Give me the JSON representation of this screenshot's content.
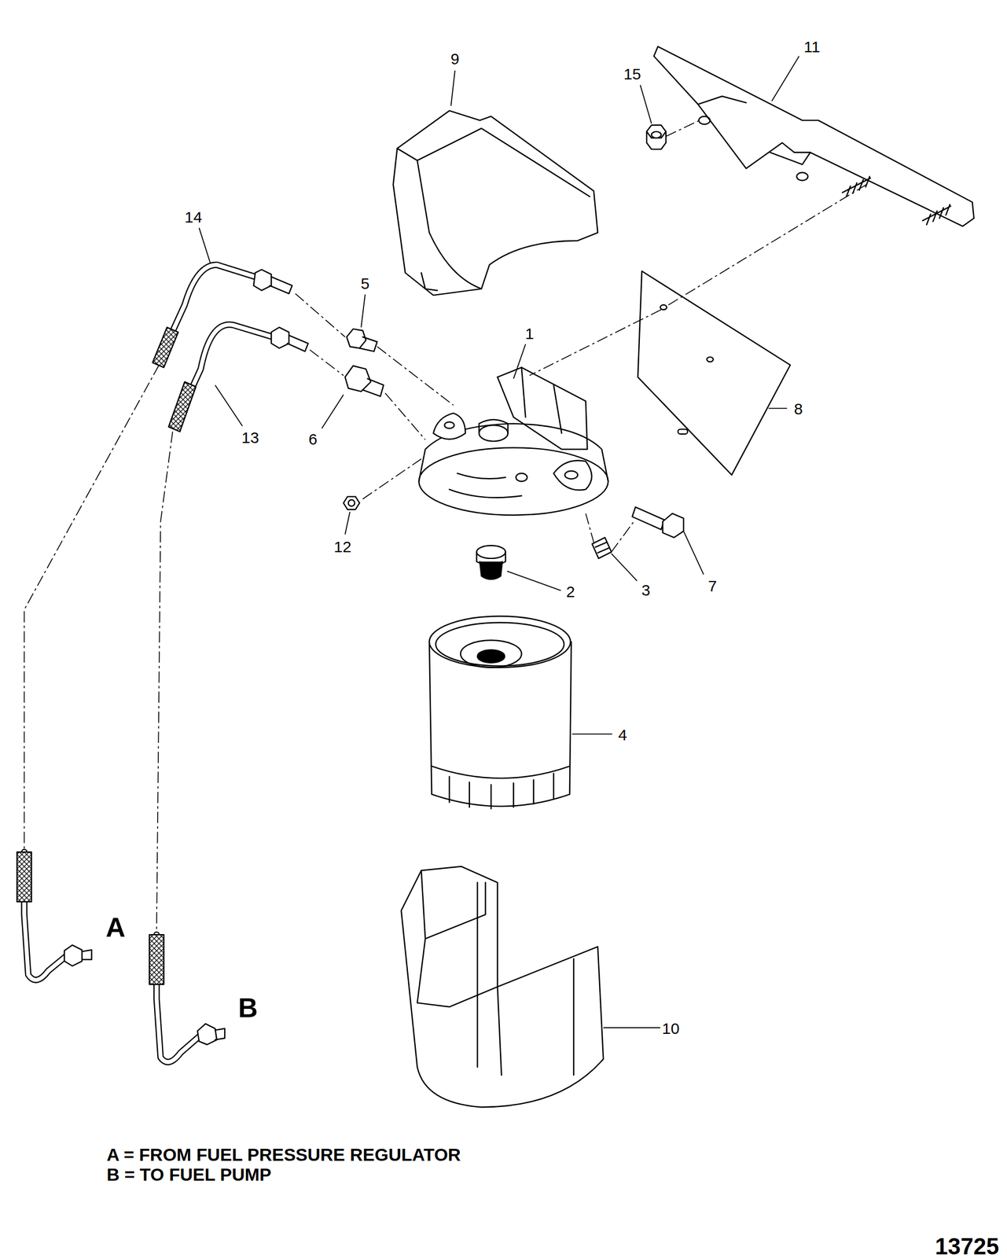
{
  "diagram": {
    "labels": [
      "9",
      "11",
      "15",
      "14",
      "5",
      "1",
      "13",
      "6",
      "8",
      "12",
      "2",
      "3",
      "7",
      "4",
      "A",
      "B",
      "10",
      "A = FROM FUEL PRESSURE REGULATOR",
      "B = TO FUEL PUMP",
      "13725"
    ]
  }
}
